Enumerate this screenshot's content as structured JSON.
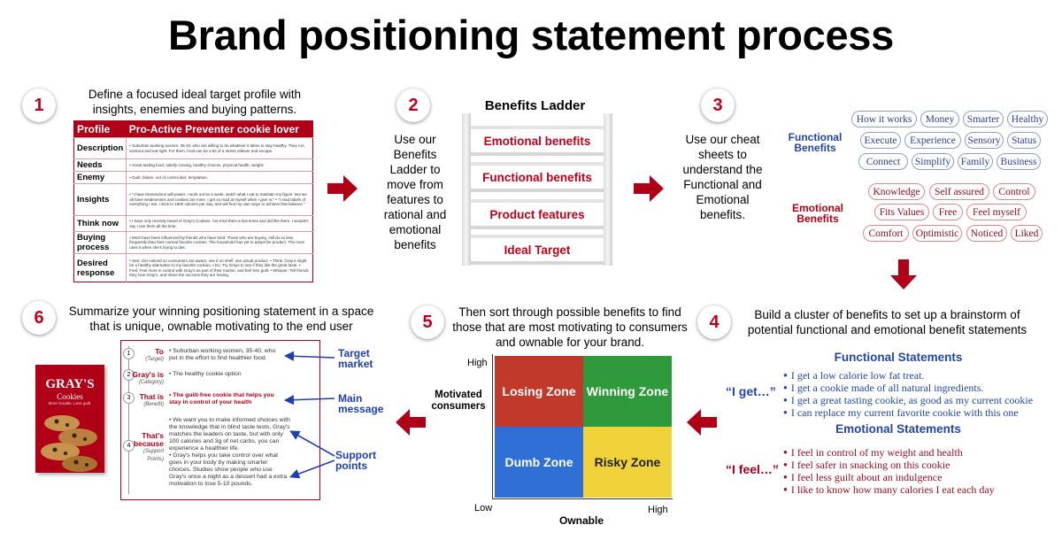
{
  "title": "Brand positioning statement process",
  "steps": {
    "s1": {
      "num": "1",
      "text": "Define a focused ideal target profile with insights, enemies and buying patterns."
    },
    "s2": {
      "num": "2",
      "text": "Use our Benefits Ladder to move from features to rational and emotional benefits"
    },
    "s3": {
      "num": "3",
      "text": "Use our cheat sheets to understand the Functional and Emotional benefits."
    },
    "s4": {
      "num": "4",
      "text": "Build a cluster of benefits to set up a brainstorm of potential functional and emotional benefit statements"
    },
    "s5": {
      "num": "5",
      "text": "Then sort through possible benefits to find those that are most motivating to consumers and ownable for your brand."
    },
    "s6": {
      "num": "6",
      "text": "Summarize your winning positioning statement in a space that is unique, ownable motivating to the end user"
    }
  },
  "profile": {
    "header_left": "Profile",
    "header_right": "Pro-Active Preventer cookie lover",
    "rows": [
      {
        "label": "Description",
        "text": "• Suburban working women, 35-40, who are willing to do whatever it takes to stay healthy. They run, workout and eat right. For them, food can be a bit of a stress reliever and escape."
      },
      {
        "label": "Needs",
        "text": "• Great tasting food, satisfy craving, healthy choices, physical health, weight."
      },
      {
        "label": "Enemy",
        "text": "• Guilt, failure, out of control diet, temptation."
      },
      {
        "label": "Insights",
        "text": "• \"I have tremendous will-power. I work out 6x a week, watch what I eat to maintain my figure. But we all have weaknesses and cookies are mine. I get so mad at myself when I give in.\" • \"I read labels of everything I eat. I stick to 1500 calories per day, and will find my own ways to achieve that balance.\""
      },
      {
        "label": "Think now",
        "text": "• I have only recently heard of Gray's Cookies. I've tried them a few times and did like them. I wouldn't say I use them all the time."
      },
      {
        "label": "Buying process",
        "text": "• Most have been influenced by friends who have tried. Those who are buying, still do so less frequently than their normal favorite cookies. The household has yet to adopt the product. The mom uses it when she's trying to diet."
      },
      {
        "label": "Desired response",
        "text": "• See: Get noticed so consumers are aware, see it on shelf, see actual product. • Think: Gray's might be a healthy alternative to my favorite cookies. • Do: Try Grays to see if they like the great taste. • Feel: Feel more in control with Gray's as part of their routine, and feel less guilt. • Whisper: Tell friends they love Gray's, and share the success they are having."
      }
    ]
  },
  "ladder": {
    "title": "Benefits Ladder",
    "rungs": [
      "Emotional benefits",
      "Functional benefits",
      "Product features",
      "Ideal Target"
    ]
  },
  "cheats": {
    "functional_label": "Functional Benefits",
    "emotional_label": "Emotional Benefits",
    "functional": [
      [
        "How it works",
        "Money",
        "Smarter",
        "Healthy"
      ],
      [
        "Execute",
        "Experience",
        "Sensory",
        "Status"
      ],
      [
        "Connect",
        "Simplify",
        "Family",
        "Business"
      ]
    ],
    "emotional": [
      [
        "Knowledge",
        "Self assured",
        "Control"
      ],
      [
        "Fits Values",
        "Free",
        "Feel myself"
      ],
      [
        "Comfort",
        "Optimistic",
        "Noticed",
        "Liked"
      ]
    ]
  },
  "statements": {
    "functional_title": "Functional Statements",
    "functional_prefix": "“I get…”",
    "functional": [
      "I get a low calorie low fat treat.",
      "I get a cookie made of all natural ingredients.",
      "I get a great tasting cookie, as good as my current cookie",
      "I can replace my current favorite cookie with this one"
    ],
    "emotional_title": "Emotional Statements",
    "emotional_prefix": "“I feel…”",
    "emotional": [
      "I feel in control of my weight and health",
      "I feel safer in snacking on this cookie",
      "I feel less guilt about an indulgence",
      "I like to know how many calories I eat each day"
    ]
  },
  "matrix": {
    "y_high": "High",
    "y_low": "Low",
    "x_high": "High",
    "y_label": "Motivated consumers",
    "x_label": "Ownable",
    "cells": {
      "tl": "Losing Zone",
      "tr": "Winning Zone",
      "bl": "Dumb Zone",
      "br": "Risky Zone"
    },
    "colors": {
      "tl": "#c0392b",
      "tr": "#2e9a3c",
      "bl": "#2f6fd6",
      "br": "#f0d23a"
    }
  },
  "card": {
    "box_brand": "GRAY'S",
    "box_sub": "Cookies",
    "box_tag": "More Goodie. Less guilt.",
    "rows": [
      {
        "n": "1",
        "label": "To",
        "sub": "(Target)",
        "text": "• Suburban working women, 35-40, who put in the effort to find healthier food."
      },
      {
        "n": "2",
        "label": "Gray's is",
        "sub": "(Category)",
        "text": "• The healthy cookie option"
      },
      {
        "n": "3",
        "label": "That is",
        "sub": "(Benefit)",
        "text": "• The guilt-free cookie that helps you stay in control of your health"
      },
      {
        "n": "4",
        "label": "That's because",
        "sub": "(Support Points)",
        "text": "• We want you to make informed choices with the knowledge that in blind taste tests, Gray's matches the leaders on taste, but with only 100 calories and 3g of net carbs, you can experience a healthier life.\n• Gray's helps you take control over what goes in your body by making smarter choices. Studies show people who use Gray's once a night as a dessert had a extra motivation to lose 5-10 pounds."
      }
    ],
    "side": {
      "target": "Target market",
      "main": "Main message",
      "support": "Support points"
    }
  }
}
